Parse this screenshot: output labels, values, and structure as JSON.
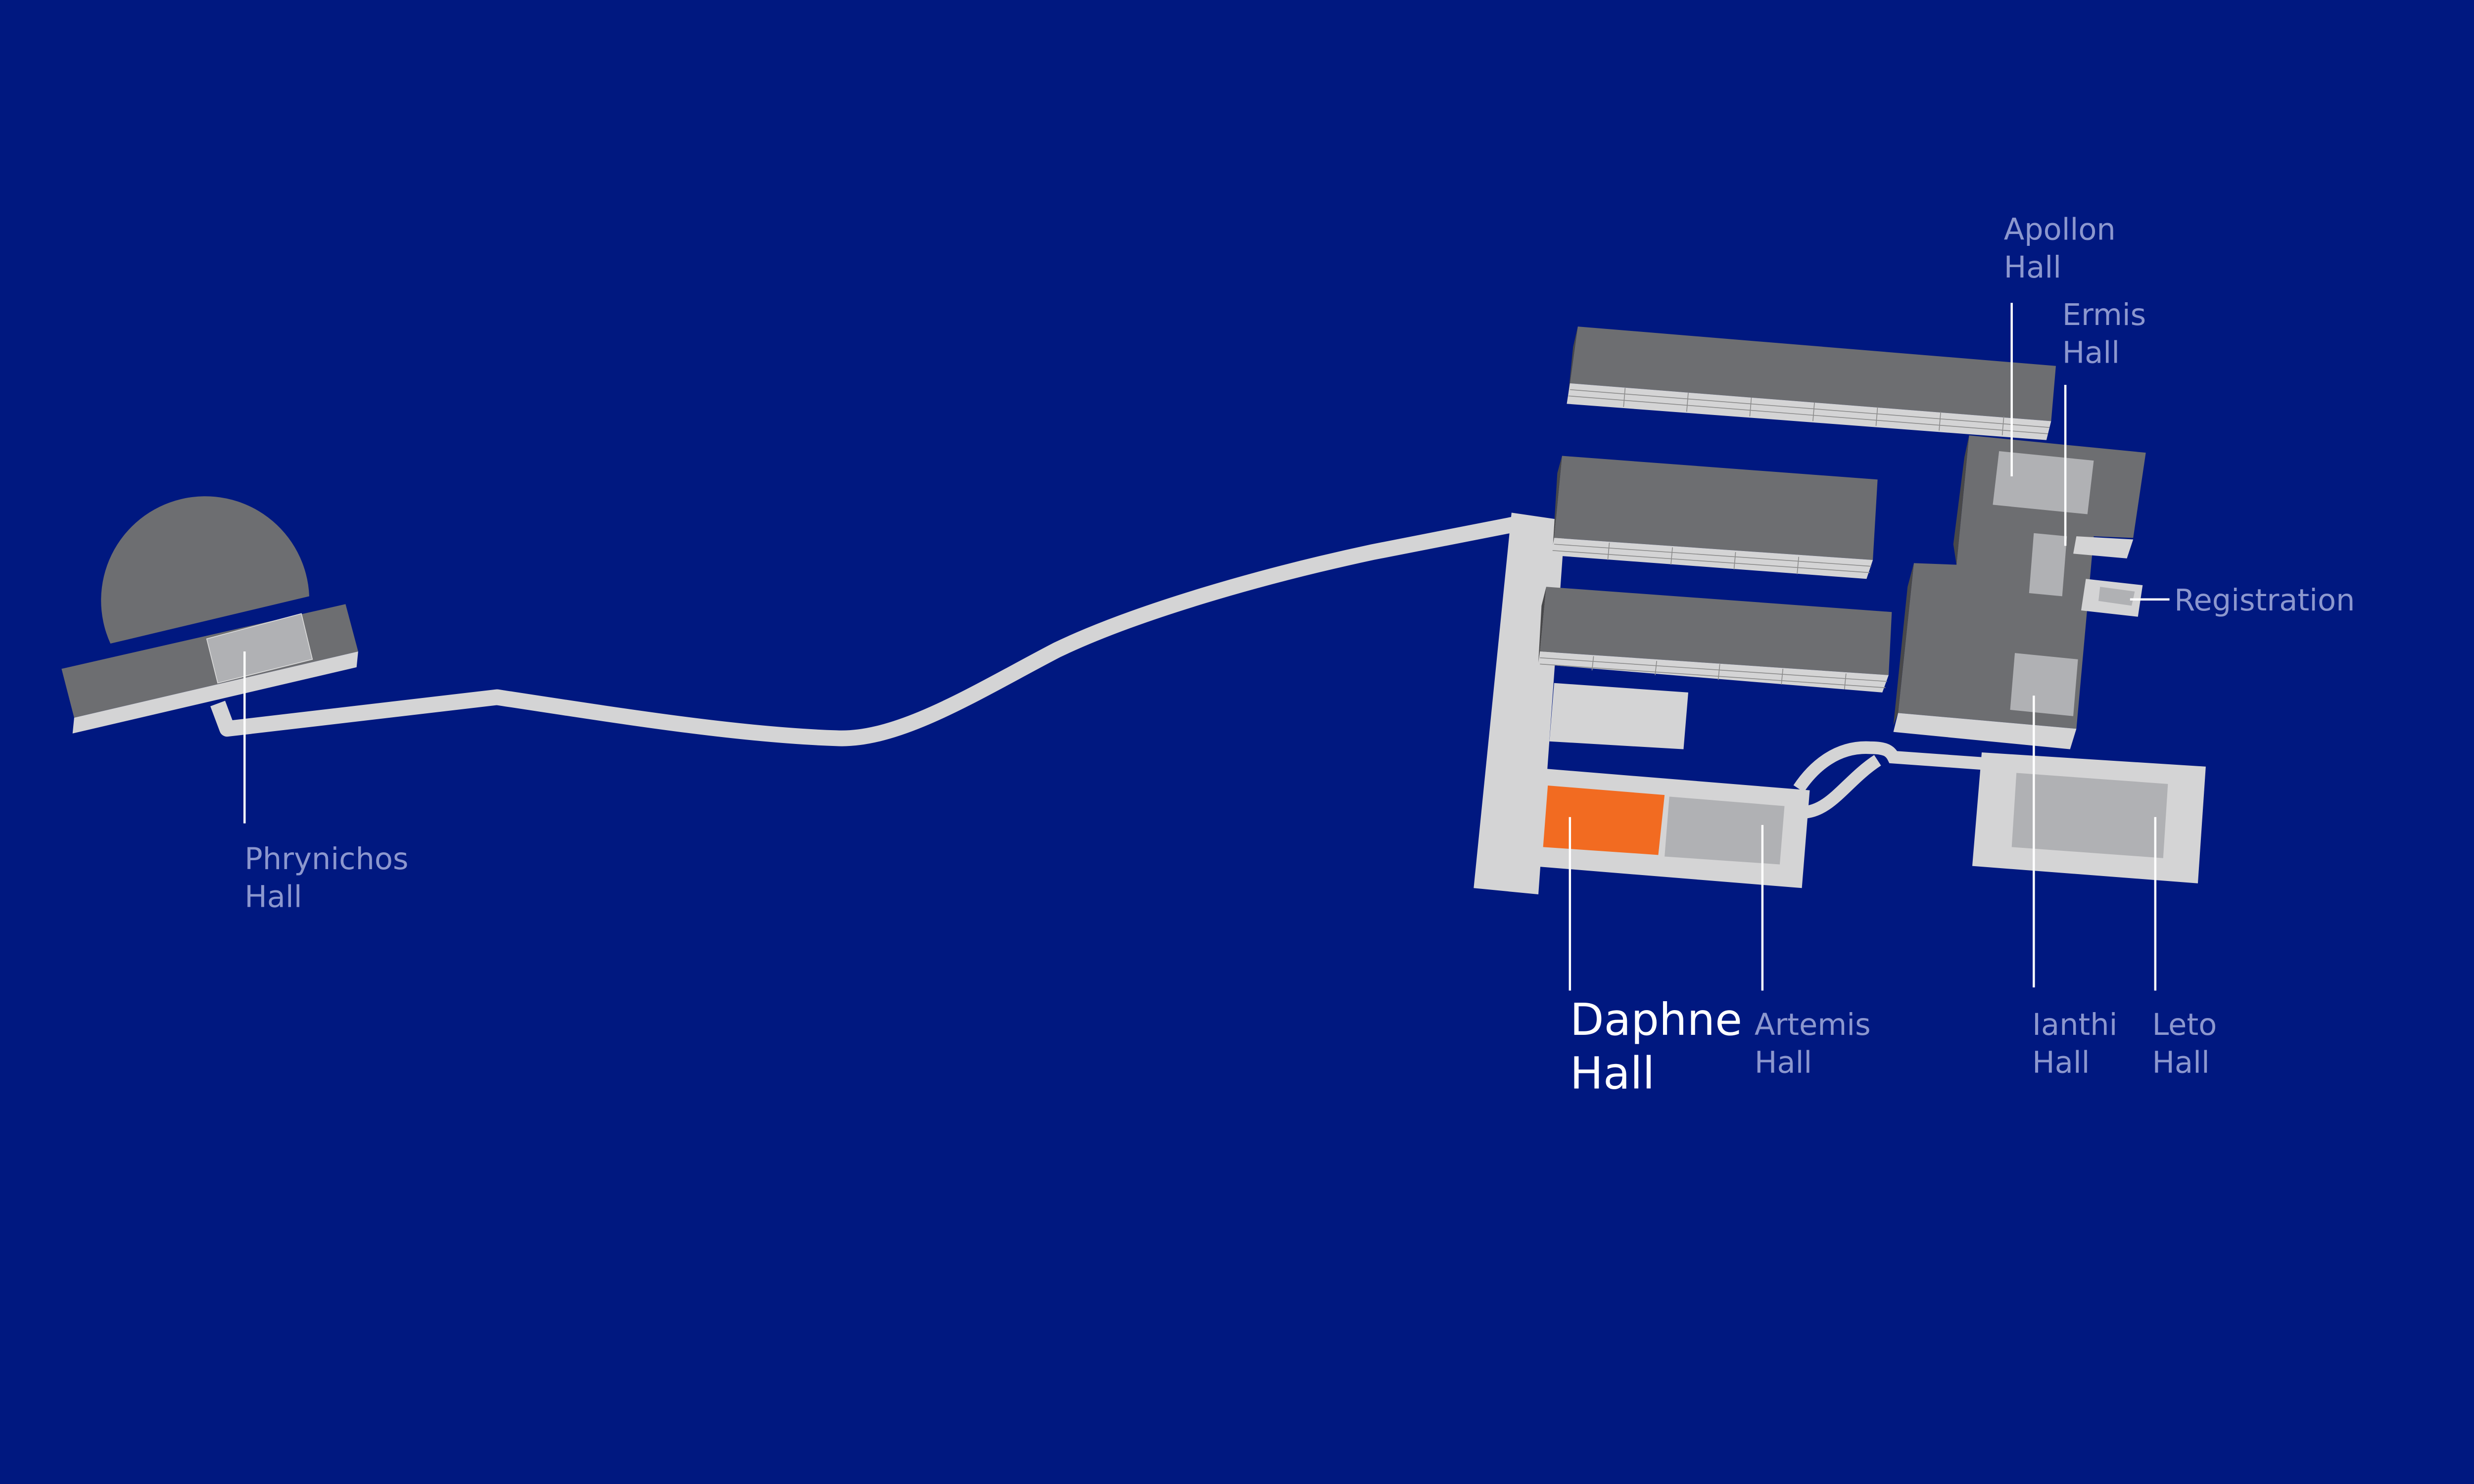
{
  "colors": {
    "background": "#001880",
    "building": "#6D6E71",
    "walkway": "#D4D4D5",
    "hall": "#B0B1B4",
    "selected": "#F26B21",
    "label": "#8C97CE",
    "selected_label": "#FFFFFF"
  },
  "map": {
    "selected_hall": "Daphne Hall",
    "labels": {
      "apollon": [
        "Apollon",
        "Hall"
      ],
      "ermis": [
        "Ermis",
        "Hall"
      ],
      "registration": "Registration",
      "phrynichos": [
        "Phrynichos",
        "Hall"
      ],
      "daphne": [
        "Daphne",
        "Hall"
      ],
      "artemis": [
        "Artemis",
        "Hall"
      ],
      "ianthi": [
        "Ianthi",
        "Hall"
      ],
      "leto": [
        "Leto",
        "Hall"
      ]
    }
  }
}
